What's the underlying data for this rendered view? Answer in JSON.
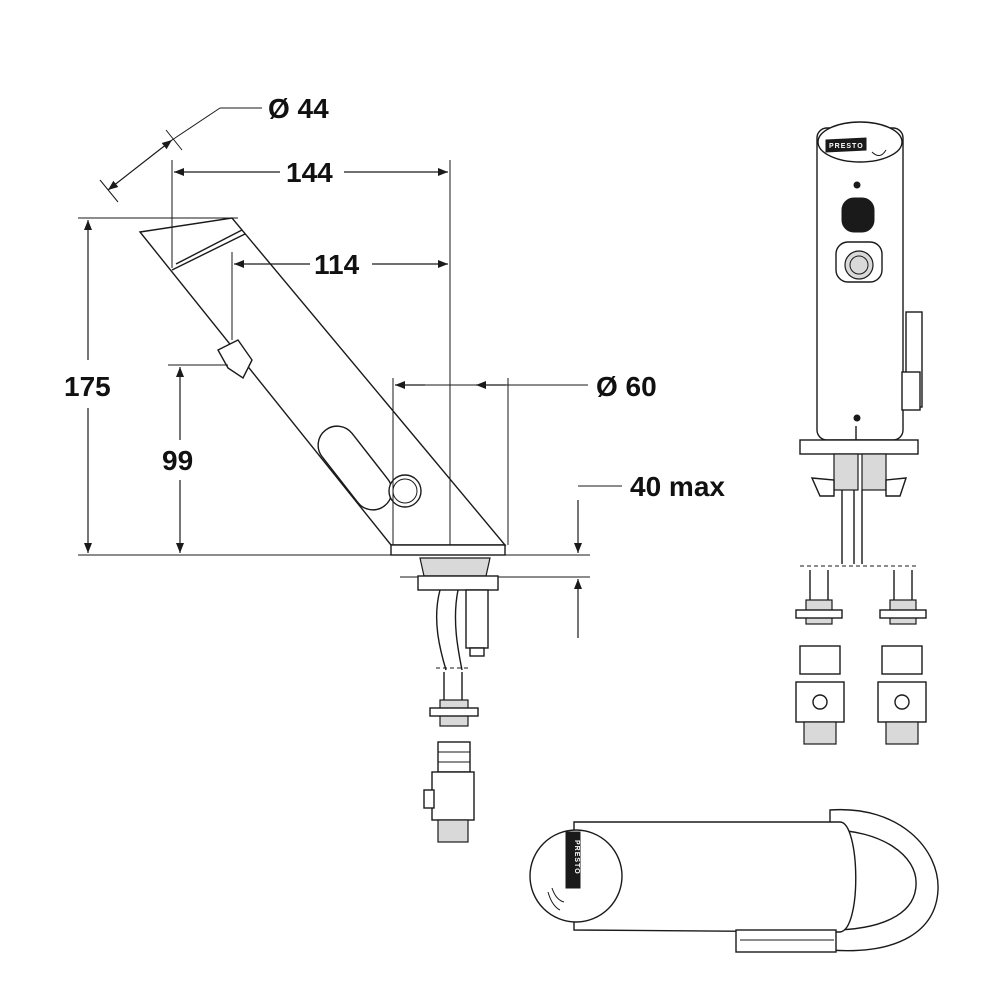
{
  "dimensions": {
    "spout_diameter": "Ø 44",
    "reach_total": "144",
    "reach_outlet": "114",
    "height_total": "175",
    "height_sensor": "99",
    "base_diameter": "Ø 60",
    "deck_thickness": "40 max"
  },
  "brand": {
    "logo_front": "PRESTO",
    "logo_top": "PRESTO"
  }
}
